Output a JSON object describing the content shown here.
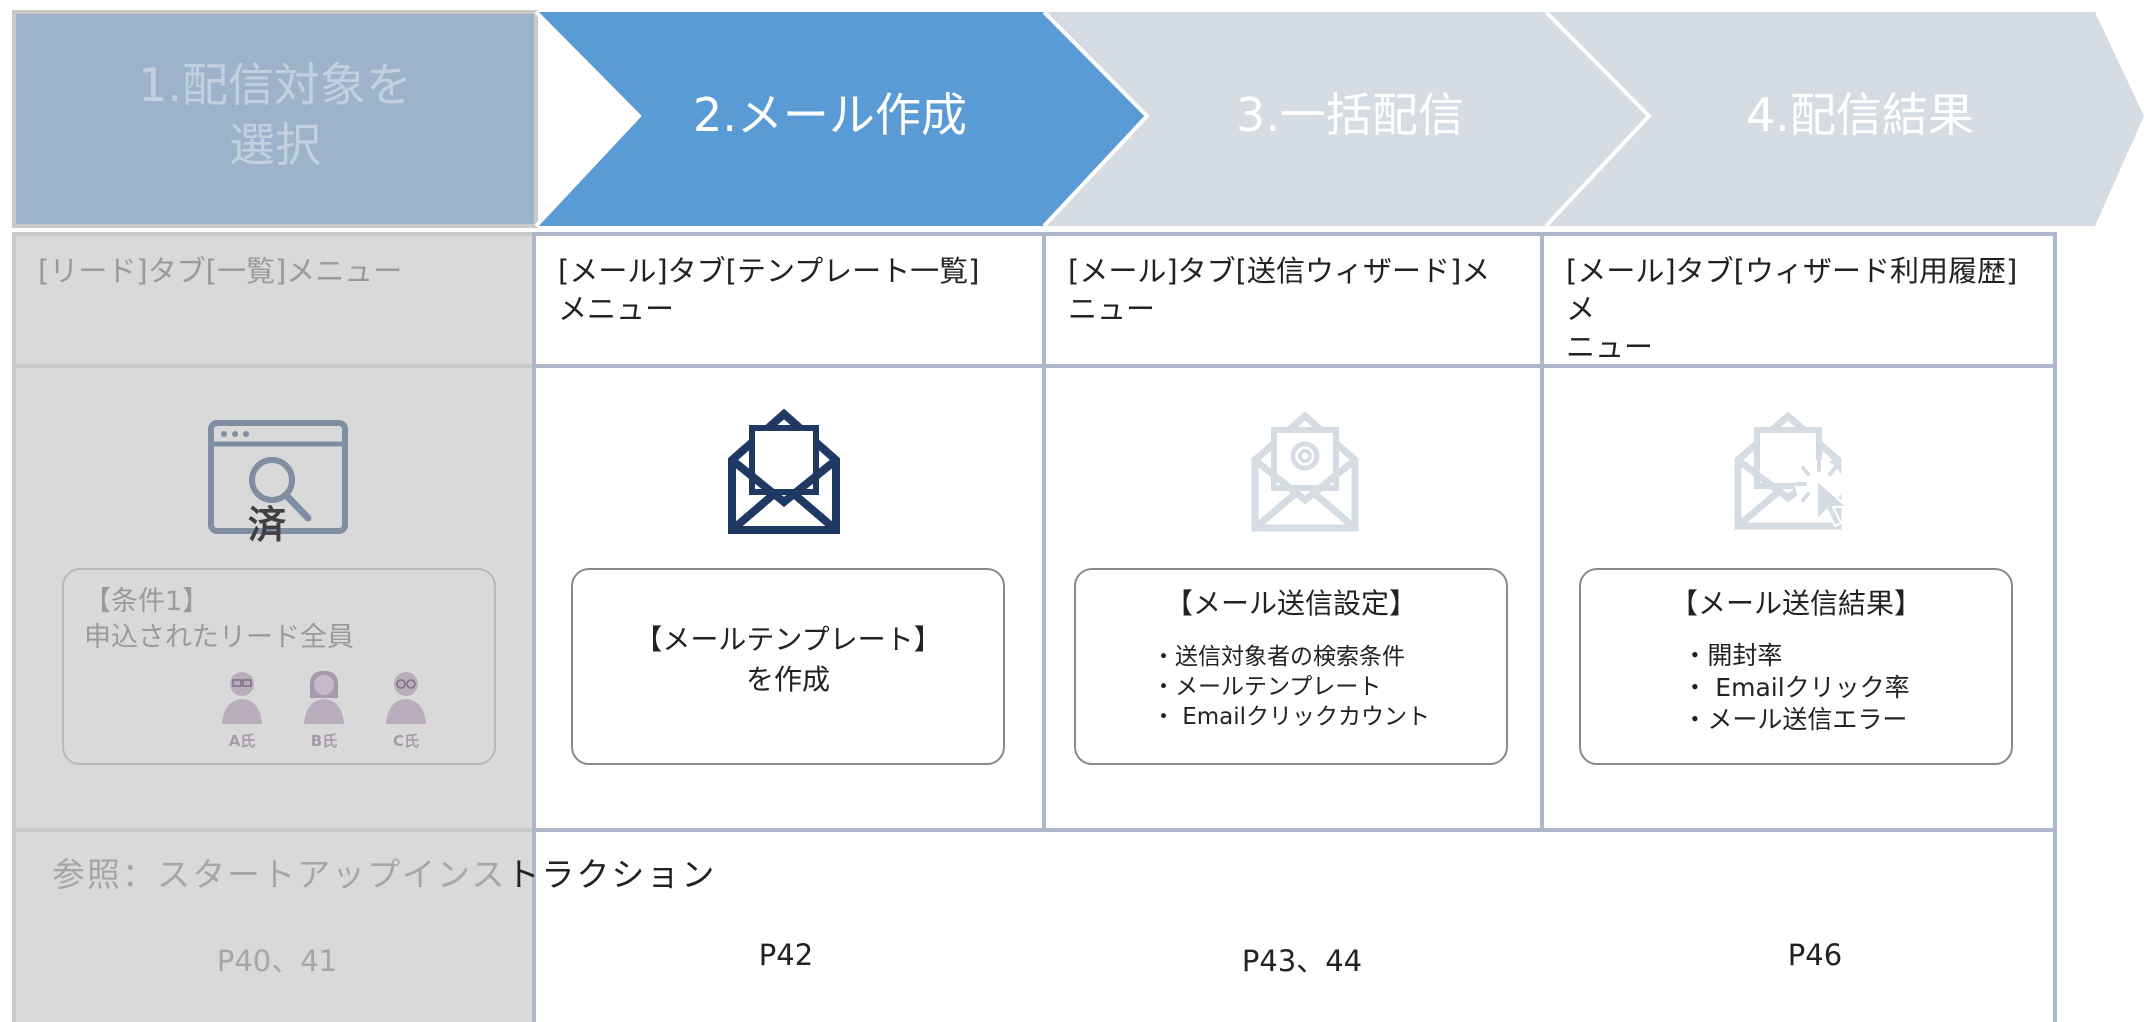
{
  "steps": [
    {
      "label": "1.配信対象を\n選択",
      "state": "done"
    },
    {
      "label": "2.メール作成",
      "state": "active"
    },
    {
      "label": "3.一括配信",
      "state": "pending"
    },
    {
      "label": "4.配信結果",
      "state": "pending"
    }
  ],
  "menus": [
    "[リード]タブ[一覧]メニュー",
    "[メール]タブ[テンプレート一覧]\nメニュー",
    "[メール]タブ[送信ウィザード]メ\nニュー",
    "[メール]タブ[ウィザード利用履歴]メ\nニュー"
  ],
  "col0": {
    "icon": "browser-search-icon",
    "done_mark": "済",
    "condition_title": "【条件1】",
    "condition_text": "申込されたリード全員",
    "people": [
      "A氏",
      "B氏",
      "C氏"
    ]
  },
  "col1": {
    "icon": "open-envelope-icon",
    "box_line1": "【メールテンプレート】",
    "box_line2": "を作成"
  },
  "col2": {
    "icon": "email-at-envelope-icon",
    "box_title": "【メール送信設定】",
    "items": [
      "・送信対象者の検索条件",
      "・メールテンプレート",
      "・ Emailクリックカウント"
    ]
  },
  "col3": {
    "icon": "envelope-click-icon",
    "box_title": "【メール送信結果】",
    "items": [
      "・開封率",
      "・ Emailクリック率",
      "・メール送信エラー"
    ]
  },
  "reference": {
    "title_dim": "参照：スタートアップインス",
    "title_dark": "トラクション",
    "pages": [
      "P40、41",
      "P42",
      "P43、44",
      "P46"
    ]
  },
  "colors": {
    "step_done": "#9cb3c9",
    "step_active": "#5b9bd5",
    "step_pending": "#d6dce4",
    "grid_border": "#adb9ca",
    "icon_navy": "#1f3864"
  }
}
